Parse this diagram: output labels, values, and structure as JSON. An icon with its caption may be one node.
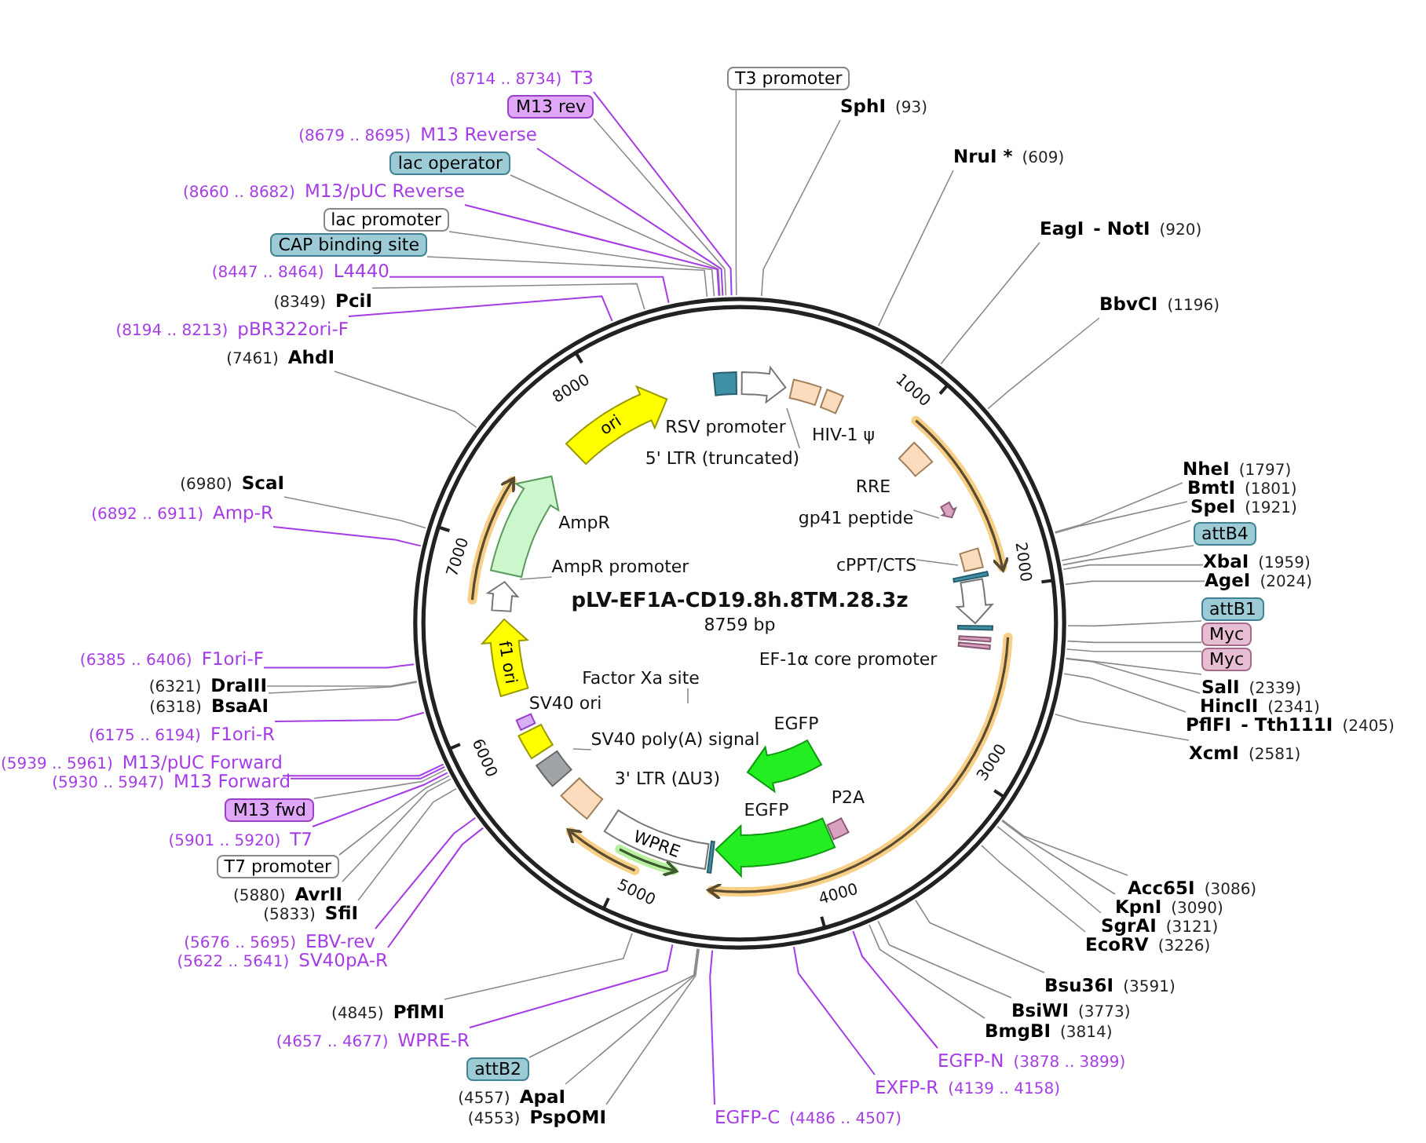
{
  "diagram": {
    "title": "pLV-EF1A-CD19.8h.8TM.28.3z",
    "nodes": [
      {
        "text": [
          "(8714 .. 8734)",
          "T3"
        ]
      },
      {
        "text": [
          "T3 promoter"
        ]
      },
      {
        "text": [
          "M13 rev"
        ]
      },
      {
        "text": [
          "SphI",
          "(93)"
        ]
      },
      {
        "text": [
          "(8679 .. 8695)",
          "M13 Reverse"
        ]
      },
      {
        "text": [
          "lac operator"
        ]
      },
      {
        "text": [
          "NruI *",
          "(609)"
        ]
      },
      {
        "text": [
          "(8660 .. 8682)",
          "M13/pUC Reverse"
        ]
      },
      {
        "text": [
          "lac promoter"
        ]
      },
      {
        "text": [
          "EagI",
          "- NotI",
          "(920)"
        ]
      },
      {
        "text": [
          "CAP binding site"
        ]
      },
      {
        "text": [
          "(8447 .. 8464)",
          "L4440"
        ]
      },
      {
        "text": [
          "(8349)",
          "PciI"
        ]
      },
      {
        "text": [
          "BbvCI",
          "(1196)"
        ]
      },
      {
        "text": [
          "(8194 .. 8213)",
          "pBR322ori-F"
        ]
      },
      {
        "text": [
          "(7461)",
          "AhdI"
        ]
      },
      {
        "text": [
          "(6980)",
          "ScaI"
        ]
      },
      {
        "text": [
          "NheI",
          "(1797)"
        ]
      },
      {
        "text": [
          "BmtI",
          "(1801)"
        ]
      },
      {
        "text": [
          "SpeI",
          "(1921)"
        ]
      },
      {
        "text": [
          "(6892 .. 6911)",
          "Amp-R"
        ]
      },
      {
        "text": [
          "attB4"
        ]
      },
      {
        "text": [
          "XbaI",
          "(1959)"
        ]
      },
      {
        "text": [
          "AgeI",
          "(2024)"
        ]
      },
      {
        "text": [
          "attB1"
        ]
      },
      {
        "text": [
          "Myc"
        ]
      },
      {
        "text": [
          "Myc"
        ]
      },
      {
        "text": [
          "(6385 .. 6406)",
          "F1ori-F"
        ]
      },
      {
        "text": [
          "(6321)",
          "DraIII"
        ]
      },
      {
        "text": [
          "SalI",
          "(2339)"
        ]
      },
      {
        "text": [
          "(6318)",
          "BsaAI"
        ]
      },
      {
        "text": [
          "HincII",
          "(2341)"
        ]
      },
      {
        "text": [
          "PflFI",
          "- Tth111I",
          "(2405)"
        ]
      },
      {
        "text": [
          "(6175 .. 6194)",
          "F1ori-R"
        ]
      },
      {
        "text": [
          "XcmI",
          "(2581)"
        ]
      },
      {
        "text": [
          "(5939 .. 5961)",
          "M13/pUC Forward"
        ]
      },
      {
        "text": [
          "(5930 .. 5947)",
          "M13 Forward"
        ]
      },
      {
        "text": [
          "M13 fwd"
        ]
      },
      {
        "text": [
          "(5901 .. 5920)",
          "T7"
        ]
      },
      {
        "text": [
          "T7 promoter"
        ]
      },
      {
        "text": [
          "Acc65I",
          "(3086)"
        ]
      },
      {
        "text": [
          "(5880)",
          "AvrII"
        ]
      },
      {
        "text": [
          "KpnI",
          "(3090)"
        ]
      },
      {
        "text": [
          "(5833)",
          "SfiI"
        ]
      },
      {
        "text": [
          "SgrAI",
          "(3121)"
        ]
      },
      {
        "text": [
          "(5676 .. 5695)",
          "EBV-rev"
        ]
      },
      {
        "text": [
          "EcoRV",
          "(3226)"
        ]
      },
      {
        "text": [
          "(5622 .. 5641)",
          "SV40pA-R"
        ]
      },
      {
        "text": [
          "Bsu36I",
          "(3591)"
        ]
      },
      {
        "text": [
          "BsiWI",
          "(3773)"
        ]
      },
      {
        "text": [
          "(4845)",
          "PflMI"
        ]
      },
      {
        "text": [
          "BmgBI",
          "(3814)"
        ]
      },
      {
        "text": [
          "(4657 .. 4677)",
          "WPRE-R"
        ]
      },
      {
        "text": [
          "EGFP-N",
          "(3878 .. 3899)"
        ]
      },
      {
        "text": [
          "attB2"
        ]
      },
      {
        "text": [
          "EXFP-R",
          "(4139 .. 4158)"
        ]
      },
      {
        "text": [
          "(4557)",
          "ApaI"
        ]
      },
      {
        "text": [
          "(4553)",
          "PspOMI"
        ]
      },
      {
        "text": [
          "EGFP-C",
          "(4486 .. 4507)"
        ]
      },
      {
        "text": [
          "5' LTR (truncated)"
        ]
      },
      {
        "text": [
          "gp41 peptide"
        ]
      },
      {
        "text": [
          "cPPT/CTS"
        ]
      },
      {
        "text": [
          "Factor Xa site"
        ]
      },
      {
        "text": [
          "SV40 poly(A) signal"
        ]
      },
      {
        "text": [
          "AmpR promoter"
        ]
      },
      {
        "text": [
          "ori"
        ]
      },
      {
        "text": [
          "f1 ori"
        ]
      },
      {
        "text": [
          "WPRE"
        ]
      },
      {
        "text": [],
        "shape": "box"
      },
      {
        "text": [],
        "shape": "arrow"
      },
      {
        "text": [],
        "shape": "box"
      },
      {
        "text": [],
        "shape": "box"
      },
      {
        "text": [],
        "shape": "box"
      },
      {
        "text": [],
        "shape": "arrow"
      },
      {
        "text": [],
        "shape": "box"
      },
      {
        "text": [],
        "shape": "box"
      },
      {
        "text": [],
        "shape": "arrow"
      },
      {
        "text": [],
        "shape": "box"
      },
      {
        "text": [],
        "shape": "box"
      },
      {
        "text": [],
        "shape": "box"
      },
      {
        "text": [],
        "shape": "arrow"
      },
      {
        "text": [],
        "shape": "box"
      },
      {
        "text": [],
        "shape": "arrow"
      },
      {
        "text": [],
        "shape": "box"
      },
      {
        "text": [],
        "shape": "box"
      },
      {
        "text": [],
        "shape": "box"
      },
      {
        "text": [],
        "shape": "box"
      },
      {
        "text": [],
        "shape": "box"
      },
      {
        "text": [],
        "shape": "arrow"
      },
      {
        "text": [],
        "shape": "arrow"
      }
    ],
    "edges": [
      {
        "from": 0,
        "to": null,
        "arrow": "none",
        "color": "#a63ce6"
      },
      {
        "from": 1,
        "to": null,
        "arrow": "none"
      },
      {
        "from": 2,
        "to": null,
        "arrow": "none"
      },
      {
        "from": 3,
        "to": null,
        "arrow": "none"
      },
      {
        "from": 4,
        "to": null,
        "arrow": "none",
        "color": "#a63ce6"
      },
      {
        "from": 5,
        "to": null,
        "arrow": "none"
      },
      {
        "from": 6,
        "to": null,
        "arrow": "none"
      },
      {
        "from": 7,
        "to": null,
        "arrow": "none",
        "color": "#a63ce6"
      },
      {
        "from": 8,
        "to": null,
        "arrow": "none"
      },
      {
        "from": 9,
        "to": null,
        "arrow": "none"
      },
      {
        "from": 10,
        "to": null,
        "arrow": "none"
      },
      {
        "from": 11,
        "to": null,
        "arrow": "none",
        "color": "#a63ce6"
      },
      {
        "from": 12,
        "to": null,
        "arrow": "none"
      },
      {
        "from": 13,
        "to": null,
        "arrow": "none"
      },
      {
        "from": 14,
        "to": null,
        "arrow": "none",
        "color": "#a63ce6"
      },
      {
        "from": 15,
        "to": null,
        "arrow": "none"
      },
      {
        "from": 16,
        "to": null,
        "arrow": "none"
      },
      {
        "from": 17,
        "to": null,
        "arrow": "none"
      },
      {
        "from": 18,
        "to": null,
        "arrow": "none"
      },
      {
        "from": 19,
        "to": null,
        "arrow": "none"
      },
      {
        "from": 20,
        "to": null,
        "arrow": "none",
        "color": "#a63ce6"
      },
      {
        "from": 21,
        "to": null,
        "arrow": "none"
      },
      {
        "from": 22,
        "to": null,
        "arrow": "none"
      },
      {
        "from": 23,
        "to": null,
        "arrow": "none"
      },
      {
        "from": 24,
        "to": null,
        "arrow": "none"
      },
      {
        "from": 25,
        "to": null,
        "arrow": "none"
      },
      {
        "from": 26,
        "to": null,
        "arrow": "none"
      },
      {
        "from": 27,
        "to": null,
        "arrow": "none",
        "color": "#a63ce6"
      },
      {
        "from": 28,
        "to": null,
        "arrow": "none"
      },
      {
        "from": 29,
        "to": null,
        "arrow": "none"
      },
      {
        "from": 30,
        "to": null,
        "arrow": "none"
      },
      {
        "from": 31,
        "to": null,
        "arrow": "none"
      },
      {
        "from": 32,
        "to": null,
        "arrow": "none"
      },
      {
        "from": 33,
        "to": null,
        "arrow": "none",
        "color": "#a63ce6"
      },
      {
        "from": 34,
        "to": null,
        "arrow": "none"
      },
      {
        "from": 35,
        "to": null,
        "arrow": "none",
        "color": "#a63ce6"
      },
      {
        "from": 36,
        "to": null,
        "arrow": "none",
        "color": "#a63ce6"
      },
      {
        "from": 37,
        "to": null,
        "arrow": "none"
      },
      {
        "from": 38,
        "to": null,
        "arrow": "none",
        "color": "#a63ce6"
      },
      {
        "from": 39,
        "to": null,
        "arrow": "none"
      },
      {
        "from": 40,
        "to": null,
        "arrow": "none"
      },
      {
        "from": 41,
        "to": null,
        "arrow": "none"
      },
      {
        "from": 42,
        "to": null,
        "arrow": "none"
      },
      {
        "from": 43,
        "to": null,
        "arrow": "none"
      },
      {
        "from": 44,
        "to": null,
        "arrow": "none"
      },
      {
        "from": 45,
        "to": null,
        "arrow": "none",
        "color": "#a63ce6"
      },
      {
        "from": 46,
        "to": null,
        "arrow": "none"
      },
      {
        "from": 47,
        "to": null,
        "arrow": "none",
        "color": "#a63ce6"
      },
      {
        "from": 48,
        "to": null,
        "arrow": "none"
      },
      {
        "from": 49,
        "to": null,
        "arrow": "none"
      },
      {
        "from": 50,
        "to": null,
        "arrow": "none"
      },
      {
        "from": 51,
        "to": null,
        "arrow": "none"
      },
      {
        "from": 52,
        "to": null,
        "arrow": "none",
        "color": "#a63ce6"
      },
      {
        "from": 53,
        "to": null,
        "arrow": "none",
        "color": "#a63ce6"
      },
      {
        "from": 54,
        "to": null,
        "arrow": "none"
      },
      {
        "from": 55,
        "to": null,
        "arrow": "none",
        "color": "#a63ce6"
      },
      {
        "from": 56,
        "to": null,
        "arrow": "none"
      },
      {
        "from": 57,
        "to": null,
        "arrow": "none"
      },
      {
        "from": 58,
        "to": null,
        "arrow": "none",
        "color": "#a63ce6"
      },
      {
        "from": 59,
        "to": 70,
        "arrow": "none"
      },
      {
        "from": 60,
        "to": 73,
        "arrow": "none"
      },
      {
        "from": 61,
        "to": 74,
        "arrow": "none"
      },
      {
        "from": 62,
        "to": null,
        "arrow": "none"
      },
      {
        "from": 63,
        "to": 85,
        "arrow": "none"
      },
      {
        "from": 64,
        "to": 88,
        "arrow": "none"
      }
    ],
    "labels": [
      "8759 bp",
      "1000",
      "2000",
      "3000",
      "4000",
      "5000",
      "6000",
      "7000",
      "8000",
      "RSV promoter",
      "HIV-1 ψ",
      "RRE",
      "EF-1α core promoter",
      "EGFP",
      "EGFP",
      "P2A",
      "3' LTR (ΔU3)",
      "SV40 ori",
      "AmpR"
    ]
  }
}
